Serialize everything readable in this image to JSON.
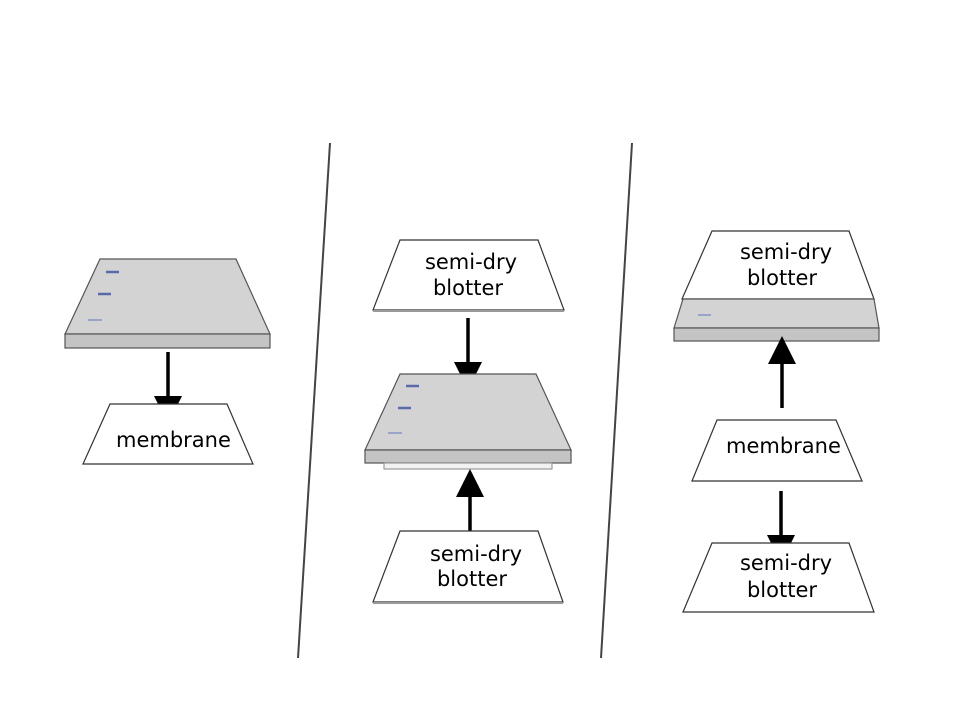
{
  "colors": {
    "gel_fill": "#d3d3d3",
    "gel_edge": "#bfbfbf",
    "band": "#5a6aa8",
    "band_faint": "#9aa4c8",
    "paper_fill": "#ffffff",
    "stroke": "#333333",
    "arrow": "#000000"
  },
  "panels": {
    "left": {
      "membrane_label": "membrane"
    },
    "middle": {
      "top_blotter_label": [
        "semi-dry",
        "blotter"
      ],
      "bottom_blotter_label": [
        "semi-dry",
        "blotter"
      ]
    },
    "right": {
      "top_blotter_label": [
        "semi-dry",
        "blotter"
      ],
      "membrane_label": "membrane",
      "bottom_blotter_label": [
        "semi-dry",
        "blotter"
      ]
    }
  }
}
